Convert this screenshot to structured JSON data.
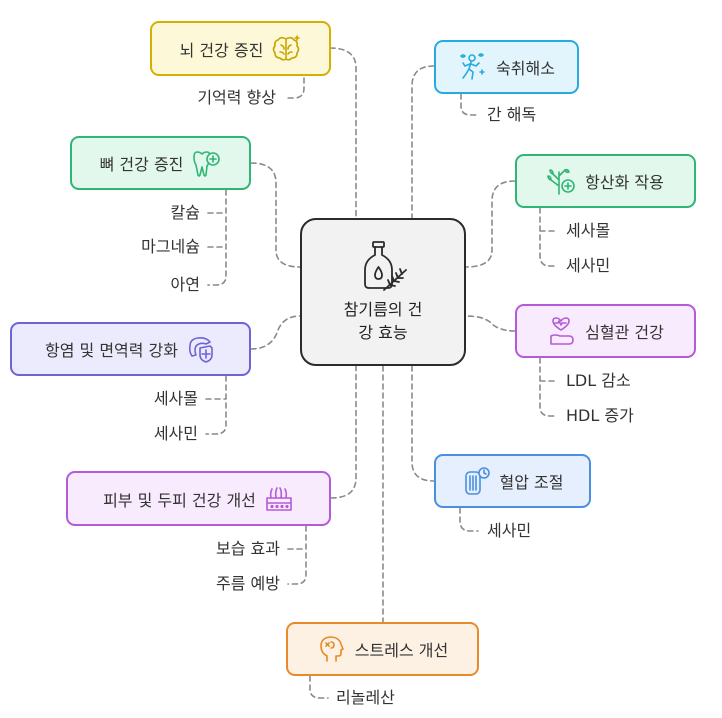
{
  "center": {
    "line1": "참기름의 건",
    "line2": "강 효능",
    "icon": "sesame-oil-bottle-icon"
  },
  "nodes": {
    "brain": {
      "label": "뇌 건강 증진",
      "icon": "brain-icon",
      "color": "#d4b000",
      "fill": "#fdf9d8",
      "items": [
        "기억력 향상"
      ]
    },
    "bone": {
      "label": "뼈 건강 증진",
      "icon": "tooth-plus-icon",
      "color": "#2fb574",
      "fill": "#e3f8ec",
      "items": [
        "칼슘",
        "마그네슘",
        "아연"
      ]
    },
    "immune": {
      "label": "항염 및 면역력 강화",
      "icon": "shield-plus-icon",
      "color": "#6f63d8",
      "fill": "#ecebfd",
      "items": [
        "세사몰",
        "세사민"
      ]
    },
    "skin": {
      "label": "피부 및 두피 건강 개선",
      "icon": "skin-layers-icon",
      "color": "#b55ad8",
      "fill": "#f8ebfd",
      "items": [
        "보습 효과",
        "주름 예방"
      ]
    },
    "stress": {
      "label": "스트레스 개선",
      "icon": "head-stress-icon",
      "color": "#e88a2a",
      "fill": "#fdf1e4",
      "items": [
        "리놀레산"
      ]
    },
    "hangover": {
      "label": "숙취해소",
      "icon": "dizzy-person-icon",
      "color": "#27aadf",
      "fill": "#e2f5fc",
      "items": [
        "간 해독"
      ]
    },
    "antioxidant": {
      "label": "항산화 작용",
      "icon": "plant-plus-icon",
      "color": "#2fb574",
      "fill": "#e3f8ec",
      "items": [
        "세사몰",
        "세사민"
      ]
    },
    "cardio": {
      "label": "심혈관 건강",
      "icon": "heart-arm-icon",
      "color": "#b55ad8",
      "fill": "#f8ebfd",
      "items": [
        "LDL 감소",
        "HDL 증가"
      ]
    },
    "bp": {
      "label": "혈압 조절",
      "icon": "blood-pressure-icon",
      "color": "#4a8fe0",
      "fill": "#e6effd",
      "items": [
        "세사민"
      ]
    }
  }
}
